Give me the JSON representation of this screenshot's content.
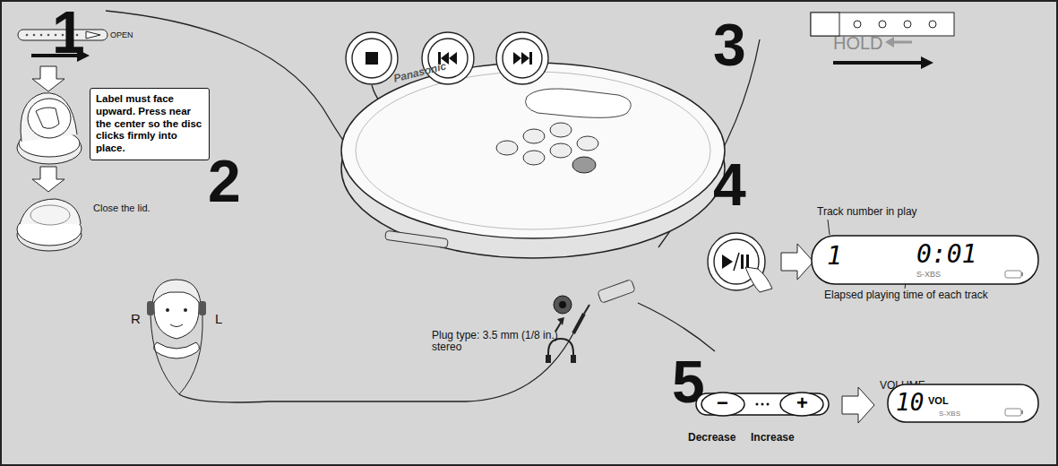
{
  "diagram": {
    "nodes": [
      {
        "text": [
          "Label must face upward. Press near the center so the disc clicks firmly into place."
        ]
      },
      {
        "text": [
          "1",
          "0:01",
          "S-XBS"
        ]
      },
      {
        "text": [
          "10",
          "VOL",
          "S-XBS"
        ]
      },
      {
        "text": [
          "−",
          "+"
        ]
      }
    ],
    "labels": [
      "1",
      "2",
      "3",
      "4",
      "5",
      "OPEN",
      "Close the lid.",
      "Panasonic",
      "R",
      "L",
      "Plug type: 3.5 mm (1/8 in.) stereo",
      "HOLD",
      "Track number in play",
      "Elapsed playing time of each track",
      "VOLUME",
      "Decrease",
      "Increase"
    ]
  }
}
